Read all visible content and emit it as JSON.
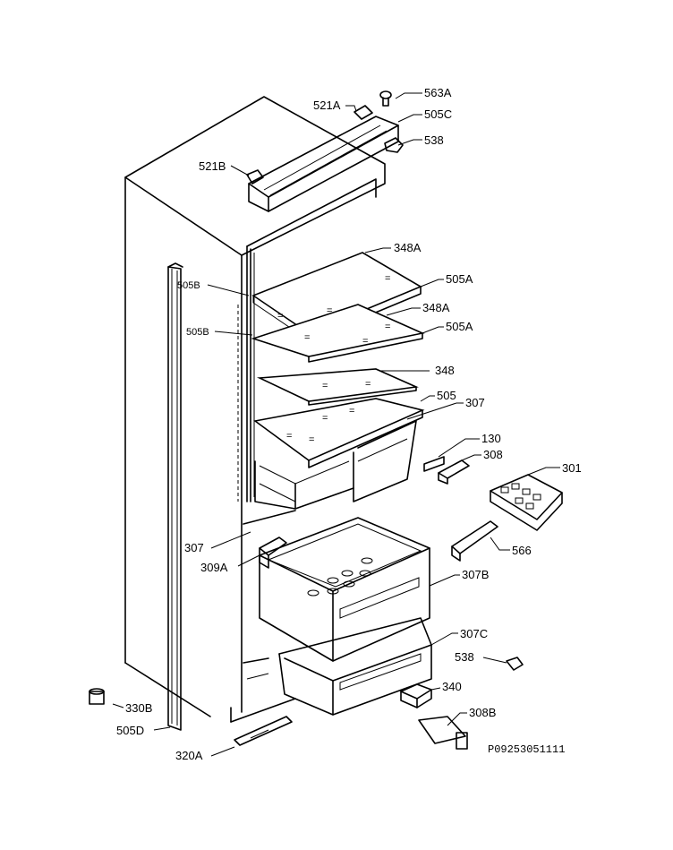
{
  "labels": {
    "l563A": "563A",
    "l521A": "521A",
    "l505C": "505C",
    "l538top": "538",
    "l521B": "521B",
    "l348A_1": "348A",
    "l505B_1": "505B",
    "l505A_1": "505A",
    "l348A_2": "348A",
    "l505B_2": "505B",
    "l505A_2": "505A",
    "l348": "348",
    "l505": "505",
    "l307_top": "307",
    "l130": "130",
    "l308": "308",
    "l301": "301",
    "l307_left": "307",
    "l309A": "309A",
    "l566": "566",
    "l307B": "307B",
    "l307C": "307C",
    "l538bottom": "538",
    "l340": "340",
    "l330B": "330B",
    "l505D": "505D",
    "l308B": "308B",
    "l320A": "320A"
  },
  "reference_code": "P09253051111"
}
